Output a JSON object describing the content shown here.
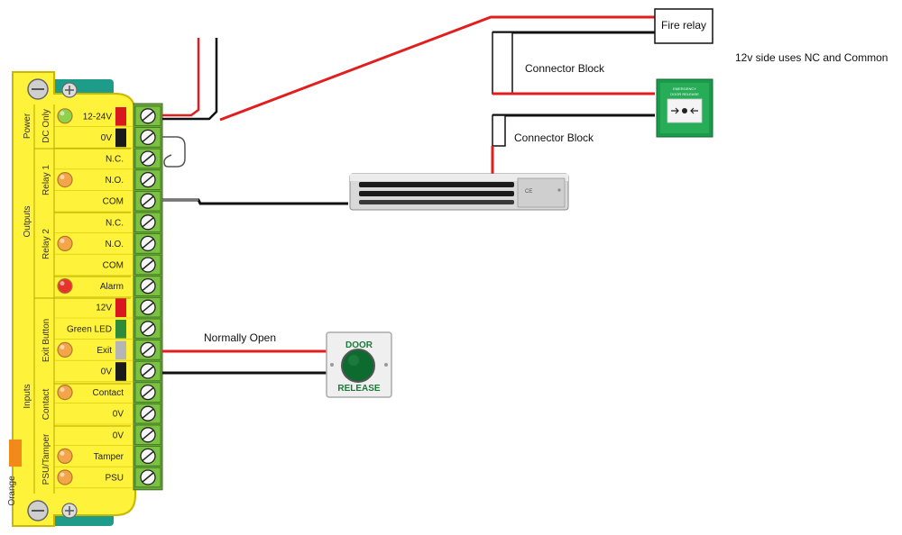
{
  "board": {
    "groups": [
      {
        "id": "power",
        "label": "Power"
      },
      {
        "id": "dc-only",
        "label": "DC Only"
      },
      {
        "id": "outputs",
        "label": "Outputs"
      },
      {
        "id": "relay1",
        "label": "Relay 1"
      },
      {
        "id": "relay2",
        "label": "Relay 2"
      },
      {
        "id": "inputs",
        "label": "Inputs"
      },
      {
        "id": "exit-button",
        "label": "Exit Button"
      },
      {
        "id": "contact",
        "label": "Contact"
      },
      {
        "id": "psu-tamper",
        "label": "PSU/Tamper"
      }
    ],
    "side_label": "Orange",
    "terminals": [
      {
        "label": "12-24V",
        "led": "green",
        "color_tab": "#d8171e"
      },
      {
        "label": "0V",
        "led": "none",
        "color_tab": "#1a1a1a"
      },
      {
        "label": "N.C.",
        "led": "none",
        "color_tab": ""
      },
      {
        "label": "N.O.",
        "led": "orange",
        "color_tab": ""
      },
      {
        "label": "COM",
        "led": "none",
        "color_tab": ""
      },
      {
        "label": "N.C.",
        "led": "none",
        "color_tab": ""
      },
      {
        "label": "N.O.",
        "led": "orange",
        "color_tab": ""
      },
      {
        "label": "COM",
        "led": "none",
        "color_tab": ""
      },
      {
        "label": "Alarm",
        "led": "red",
        "color_tab": ""
      },
      {
        "label": "12V",
        "led": "none",
        "color_tab": "#d8171e"
      },
      {
        "label": "Green LED",
        "led": "none",
        "color_tab": "#2e8b3a"
      },
      {
        "label": "Exit",
        "led": "orange",
        "color_tab": "#b5b5b5"
      },
      {
        "label": "0V",
        "led": "none",
        "color_tab": "#1a1a1a"
      },
      {
        "label": "Contact",
        "led": "orange",
        "color_tab": ""
      },
      {
        "label": "0V",
        "led": "none",
        "color_tab": ""
      },
      {
        "label": "0V",
        "led": "none",
        "color_tab": ""
      },
      {
        "label": "Tamper",
        "led": "orange",
        "color_tab": ""
      },
      {
        "label": "PSU",
        "led": "orange",
        "color_tab": ""
      }
    ]
  },
  "labels": {
    "fire_relay": "Fire relay",
    "connector_block_1": "Connector Block",
    "connector_block_2": "Connector Block",
    "note_12v": "12v side uses NC and Common",
    "normally_open": "Normally Open"
  },
  "door_release": {
    "line1": "DOOR",
    "line2": "RELEASE"
  },
  "call_point": {
    "line1": "EMERGENCY",
    "line2": "DOOR RELEASE"
  },
  "maglock": {
    "mark": "CE"
  },
  "colors": {
    "board_yellow": "#fff23a",
    "board_border": "#c9b800",
    "teal": "#1e9c8a",
    "terminal_green": "#7cc242",
    "wire_red": "#e31d1d",
    "wire_black": "#111111",
    "callpoint_green": "#1a9a4a",
    "button_green": "#0d6b2f"
  }
}
